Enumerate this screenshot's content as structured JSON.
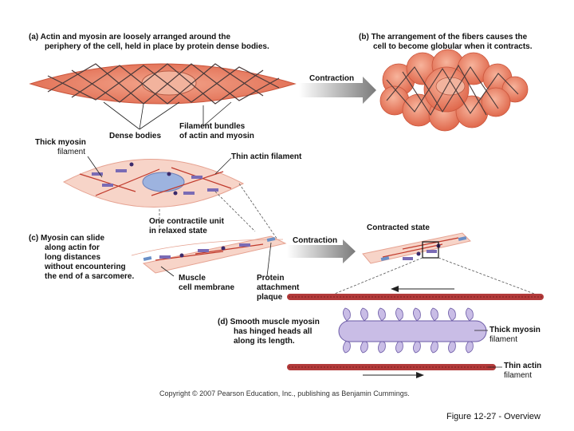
{
  "panel_a": {
    "tag": "(a)",
    "caption_line1": "Actin and myosin are loosely arranged around the",
    "caption_line2": "periphery of the cell, held in place by protein dense bodies."
  },
  "panel_b": {
    "tag": "(b)",
    "caption_line1": "The arrangement of the fibers causes the",
    "caption_line2": "cell to become globular when it contracts."
  },
  "arrow_contraction_top": "Contraction",
  "labels": {
    "thick_myosin_line1": "Thick myosin",
    "thick_myosin_line2": "filament",
    "dense_bodies": "Dense bodies",
    "filament_bundles_line1": "Filament bundles",
    "filament_bundles_line2": "of actin and myosin",
    "thin_actin": "Thin actin filament",
    "contractile_unit_line1": "One contractile unit",
    "contractile_unit_line2": "in relaxed state",
    "contracted_state": "Contracted state",
    "muscle_membrane_line1": "Muscle",
    "muscle_membrane_line2": "cell membrane",
    "protein_plaque_line1": "Protein",
    "protein_plaque_line2": "attachment",
    "protein_plaque_line3": "plaque"
  },
  "panel_c": {
    "tag": "(c)",
    "line1": "Myosin can slide",
    "line2": "along actin for",
    "line3": "long distances",
    "line4": "without encountering",
    "line5": "the end of a sarcomere.",
    "arrow": "Contraction"
  },
  "panel_d": {
    "tag": "(d)",
    "line1": "Smooth muscle myosin",
    "line2": "has hinged heads all",
    "line3": "along its length.",
    "thick_line1": "Thick myosin",
    "thick_line2": "filament",
    "thin_line1": "Thin actin",
    "thin_line2": "filament"
  },
  "copyright": "Copyright © 2007 Pearson Education, Inc., publishing as Benjamin Cummings.",
  "figure_caption": "Figure 12-27 - Overview",
  "colors": {
    "cell_fill": "#e8735a",
    "cell_light": "#f6c9bc",
    "myosin": "#7a6bb5",
    "actin": "#c0392b",
    "dense_body": "#3b2a6b",
    "arrow_gray": "#8c8c8c",
    "myosin_rod": "#c9bde6"
  }
}
